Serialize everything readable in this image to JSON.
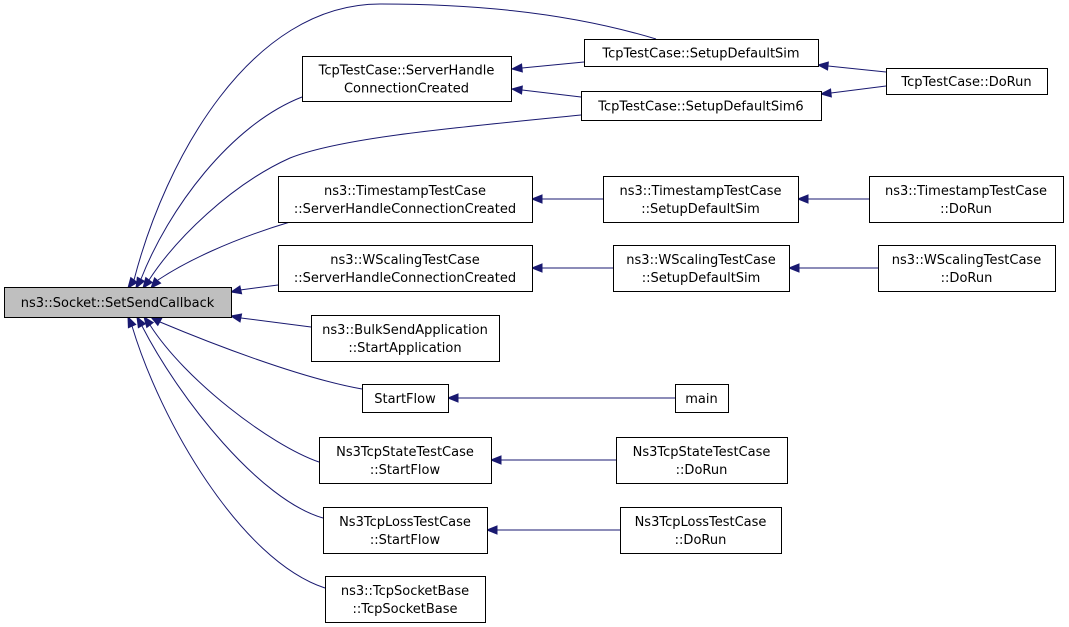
{
  "graph": {
    "nodes": [
      {
        "id": "root",
        "lines": [
          "ns3::Socket::SetSendCallback"
        ]
      },
      {
        "id": "tcp_shcc",
        "lines": [
          "TcpTestCase::ServerHandle",
          "ConnectionCreated"
        ]
      },
      {
        "id": "tcp_sds",
        "lines": [
          "TcpTestCase::SetupDefaultSim"
        ]
      },
      {
        "id": "tcp_sds6",
        "lines": [
          "TcpTestCase::SetupDefaultSim6"
        ]
      },
      {
        "id": "tcp_dorun",
        "lines": [
          "TcpTestCase::DoRun"
        ]
      },
      {
        "id": "ts_shcc",
        "lines": [
          "ns3::TimestampTestCase",
          "::ServerHandleConnectionCreated"
        ]
      },
      {
        "id": "ts_sds",
        "lines": [
          "ns3::TimestampTestCase",
          "::SetupDefaultSim"
        ]
      },
      {
        "id": "ts_dorun",
        "lines": [
          "ns3::TimestampTestCase",
          "::DoRun"
        ]
      },
      {
        "id": "ws_shcc",
        "lines": [
          "ns3::WScalingTestCase",
          "::ServerHandleConnectionCreated"
        ]
      },
      {
        "id": "ws_sds",
        "lines": [
          "ns3::WScalingTestCase",
          "::SetupDefaultSim"
        ]
      },
      {
        "id": "ws_dorun",
        "lines": [
          "ns3::WScalingTestCase",
          "::DoRun"
        ]
      },
      {
        "id": "bulk",
        "lines": [
          "ns3::BulkSendApplication",
          "::StartApplication"
        ]
      },
      {
        "id": "startflow",
        "lines": [
          "StartFlow"
        ]
      },
      {
        "id": "main",
        "lines": [
          "main"
        ]
      },
      {
        "id": "state_sf",
        "lines": [
          "Ns3TcpStateTestCase",
          "::StartFlow"
        ]
      },
      {
        "id": "state_dorun",
        "lines": [
          "Ns3TcpStateTestCase",
          "::DoRun"
        ]
      },
      {
        "id": "loss_sf",
        "lines": [
          "Ns3TcpLossTestCase",
          "::StartFlow"
        ]
      },
      {
        "id": "loss_dorun",
        "lines": [
          "Ns3TcpLossTestCase",
          "::DoRun"
        ]
      },
      {
        "id": "tsb",
        "lines": [
          "ns3::TcpSocketBase",
          "::TcpSocketBase"
        ]
      }
    ],
    "edges": [
      {
        "from": "tcp_sds",
        "to": "root"
      },
      {
        "from": "tcp_shcc",
        "to": "root"
      },
      {
        "from": "tcp_sds6",
        "to": "root"
      },
      {
        "from": "ts_shcc",
        "to": "root"
      },
      {
        "from": "ws_shcc",
        "to": "root"
      },
      {
        "from": "bulk",
        "to": "root"
      },
      {
        "from": "startflow",
        "to": "root"
      },
      {
        "from": "state_sf",
        "to": "root"
      },
      {
        "from": "loss_sf",
        "to": "root"
      },
      {
        "from": "tsb",
        "to": "root"
      },
      {
        "from": "tcp_sds",
        "to": "tcp_shcc"
      },
      {
        "from": "tcp_sds6",
        "to": "tcp_shcc"
      },
      {
        "from": "tcp_dorun",
        "to": "tcp_sds"
      },
      {
        "from": "tcp_dorun",
        "to": "tcp_sds6"
      },
      {
        "from": "ts_sds",
        "to": "ts_shcc"
      },
      {
        "from": "ts_dorun",
        "to": "ts_sds"
      },
      {
        "from": "ws_sds",
        "to": "ws_shcc"
      },
      {
        "from": "ws_dorun",
        "to": "ws_sds"
      },
      {
        "from": "main",
        "to": "startflow"
      },
      {
        "from": "state_dorun",
        "to": "state_sf"
      },
      {
        "from": "loss_dorun",
        "to": "loss_sf"
      }
    ]
  }
}
